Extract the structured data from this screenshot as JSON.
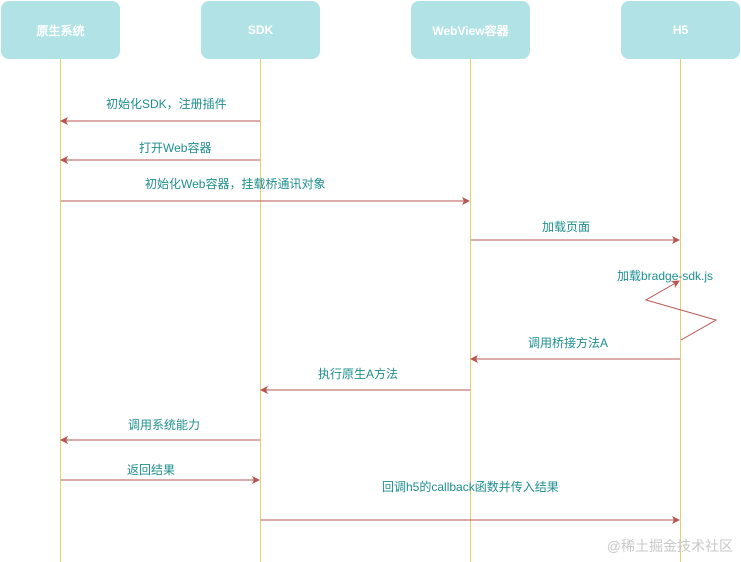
{
  "actors": [
    {
      "label": "原生系统"
    },
    {
      "label": "SDK"
    },
    {
      "label": "WebView容器"
    },
    {
      "label": "H5"
    }
  ],
  "messages": [
    {
      "text": "初始化SDK，注册插件",
      "from": "SDK",
      "to": "原生系统"
    },
    {
      "text": "打开Web容器",
      "from": "SDK",
      "to": "原生系统"
    },
    {
      "text": "初始化Web容器，挂载桥通讯对象",
      "from": "原生系统",
      "to": "WebView容器"
    },
    {
      "text": "加载页面",
      "from": "WebView容器",
      "to": "H5"
    },
    {
      "text": "加载bradge-sdk.js",
      "from": "H5",
      "to": "H5"
    },
    {
      "text": "调用桥接方法A",
      "from": "H5",
      "to": "WebView容器"
    },
    {
      "text": "执行原生A方法",
      "from": "WebView容器",
      "to": "SDK"
    },
    {
      "text": "调用系统能力",
      "from": "SDK",
      "to": "原生系统"
    },
    {
      "text": "返回结果",
      "from": "原生系统",
      "to": "SDK"
    },
    {
      "text": "回调h5的callback函数并传入结果",
      "from": "SDK",
      "to": "H5"
    }
  ],
  "watermark": "@稀土掘金技术社区",
  "colors": {
    "actor_fill": "#b1e3e6",
    "lifeline": "#e8cf6d",
    "arrow": "#b85450",
    "label": "#1f8f8f"
  }
}
